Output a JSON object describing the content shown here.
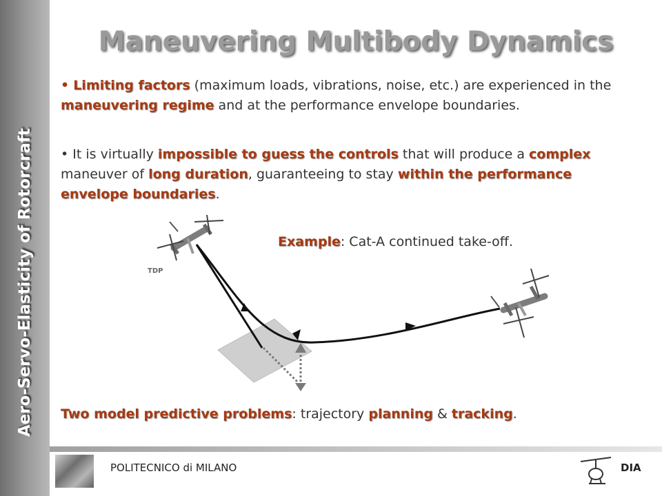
{
  "sidebar": {
    "text": "Aero-Servo-Elasticity of Rotorcraft"
  },
  "title": "Maneuvering Multibody Dynamics",
  "paragraph1": {
    "bullet": "•",
    "highlight1": "Limiting factors",
    "text1": " (maximum loads, vibrations, noise, etc.) are experienced in the ",
    "highlight2": "maneuvering regime",
    "text2": " and at the performance envelope boundaries."
  },
  "paragraph2": {
    "bullet": "•",
    "text1": " It is virtually ",
    "highlight1": "impossible to guess the controls",
    "text2": " that will produce a ",
    "highlight2": "complex",
    "text3": " maneuver of ",
    "highlight3": "long duration",
    "text4": ", guaranteeing to stay ",
    "highlight4": "within the performance envelope boundaries",
    "text5": "."
  },
  "example": {
    "label": "Example",
    "text": ": Cat-A continued take-off."
  },
  "diagram": {
    "tdp_label": "TDP"
  },
  "problems": {
    "highlight1": "Two model predictive problems",
    "text1": ": trajectory ",
    "highlight2": "planning",
    "text2": " & ",
    "highlight3": "tracking",
    "text3": "."
  },
  "footer": {
    "institution": "POLITECNICO di MILANO",
    "department": "DIA"
  },
  "colors": {
    "highlight": "#a63a12",
    "title": "#9a9a9a",
    "sidebar": "#8a8a8a"
  }
}
